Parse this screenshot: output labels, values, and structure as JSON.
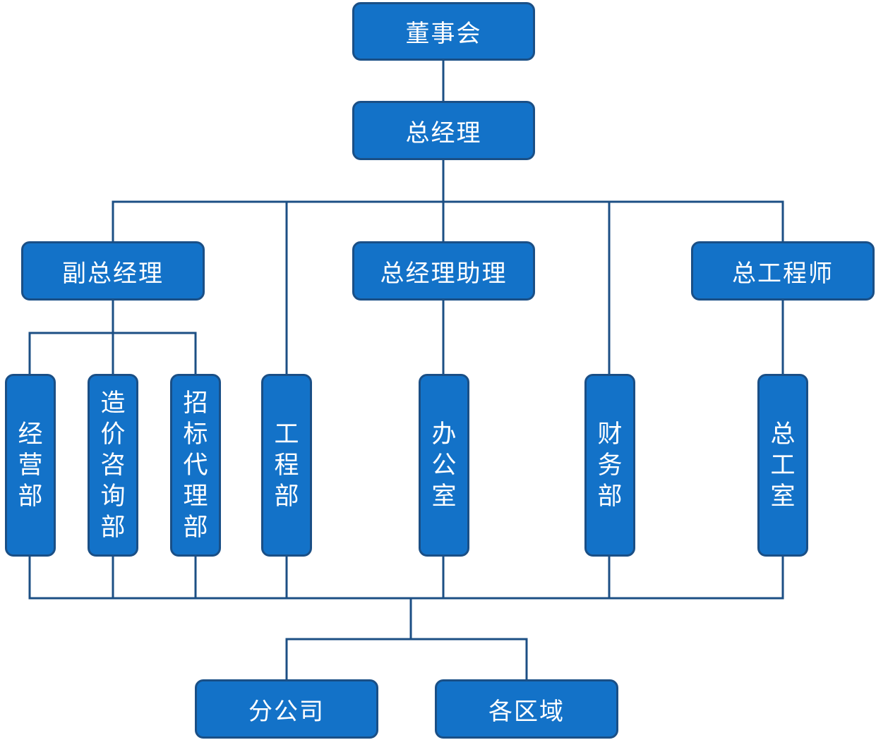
{
  "diagram": {
    "colors": {
      "box": "#1372c8",
      "border": "#1a4f86",
      "line": "#1c4f84",
      "text": "#ffffff"
    },
    "nodes": {
      "board": "董事会",
      "gm": "总经理",
      "deputy_gm": "副总经理",
      "gm_assistant": "总经理助理",
      "chief_engineer": "总工程师",
      "business_dept": "经营部",
      "cost_consulting_dept": "造价咨询部",
      "bidding_agency_dept": "招标代理部",
      "engineering_dept": "工程部",
      "office": "办公室",
      "finance_dept": "财务部",
      "chief_engineer_office": "总工室",
      "branch_company": "分公司",
      "regions": "各区域"
    }
  }
}
